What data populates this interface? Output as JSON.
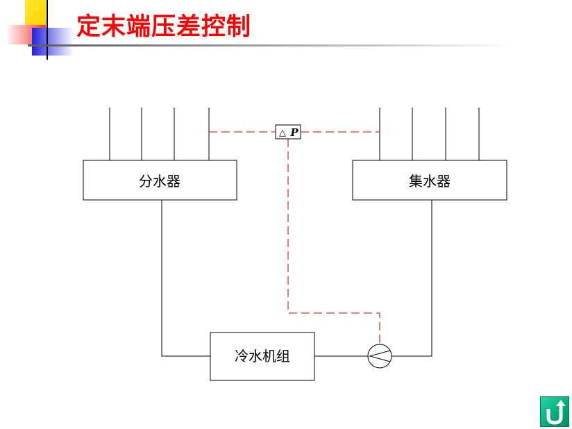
{
  "page": {
    "title": "定末端压差控制"
  },
  "diagram": {
    "distributor_label": "分水器",
    "collector_label": "集水器",
    "chiller_label": "冷水机组",
    "pressure_sensor_delta": "△",
    "pressure_sensor_p": "P",
    "pipe_color": "#000000",
    "signal_line_color": "#cc0000"
  },
  "nav": {
    "back_icon": "u-turn-arrow-icon",
    "back_color": "#00b386"
  }
}
